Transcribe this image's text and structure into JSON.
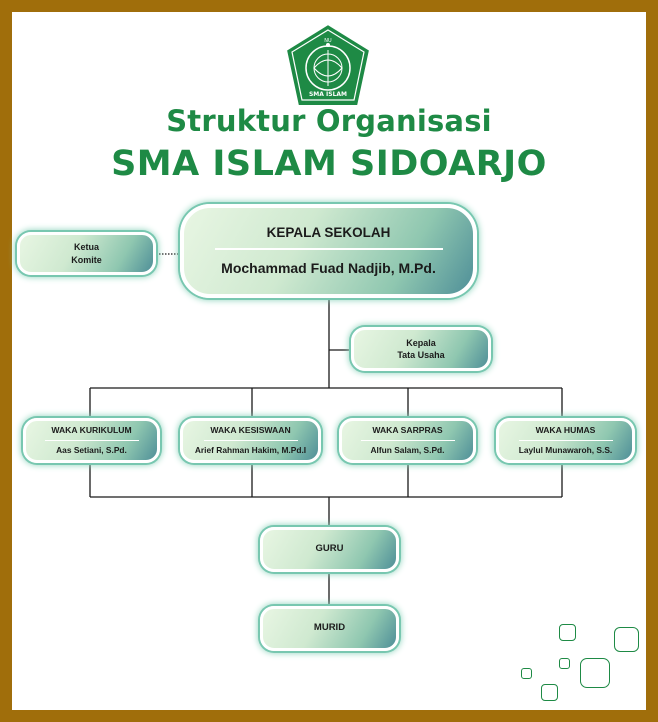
{
  "title": "Struktur Organisasi",
  "school": "SMA ISLAM SIDOARJO",
  "logo": {
    "top_text": "NU",
    "bottom_text": "SMA ISLAM",
    "colors": {
      "green": "#1e8a45",
      "white": "#ffffff"
    }
  },
  "nodes": {
    "kepala": {
      "title": "KEPALA SEKOLAH",
      "name": "Mochammad Fuad Nadjib, M.Pd."
    },
    "komite": {
      "line1": "Ketua",
      "line2": "Komite"
    },
    "tata_usaha": {
      "line1": "Kepala",
      "line2": "Tata Usaha"
    },
    "waka": [
      {
        "title": "WAKA KURIKULUM",
        "name": "Aas Setiani, S.Pd."
      },
      {
        "title": "WAKA KESISWAAN",
        "name": "Arief Rahman Hakim, M.Pd.I"
      },
      {
        "title": "WAKA SARPRAS",
        "name": "Alfun Salam, S.Pd."
      },
      {
        "title": "WAKA HUMAS",
        "name": "Laylul Munawaroh, S.S."
      }
    ],
    "guru": "GURU",
    "murid": "MURID"
  },
  "colors": {
    "frame": "#a06e0b",
    "title": "#1e8a45",
    "box_glow": "#78c7b0"
  }
}
